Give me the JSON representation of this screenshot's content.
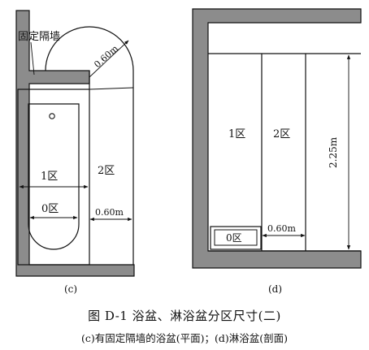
{
  "figure": {
    "caption": "图 D-1   浴盆、淋浴盆分区尺寸(二)",
    "subcaption": "(c)有固定隔墙的浴盆(平面)；(d)淋浴盆(剖面)"
  },
  "panel_c": {
    "label": "(c)",
    "wall_label": "固定隔墙",
    "zone0": "0区",
    "zone1": "1区",
    "zone2": "2区",
    "dim_arc": "0.60m",
    "dim_width": "0.60m"
  },
  "panel_d": {
    "label": "(d)",
    "zone0": "0区",
    "zone1": "1区",
    "zone2": "2区",
    "dim_width": "0.60m",
    "dim_height": "2.25m"
  },
  "colors": {
    "wall": "#8c8c8c",
    "line": "#111111"
  }
}
